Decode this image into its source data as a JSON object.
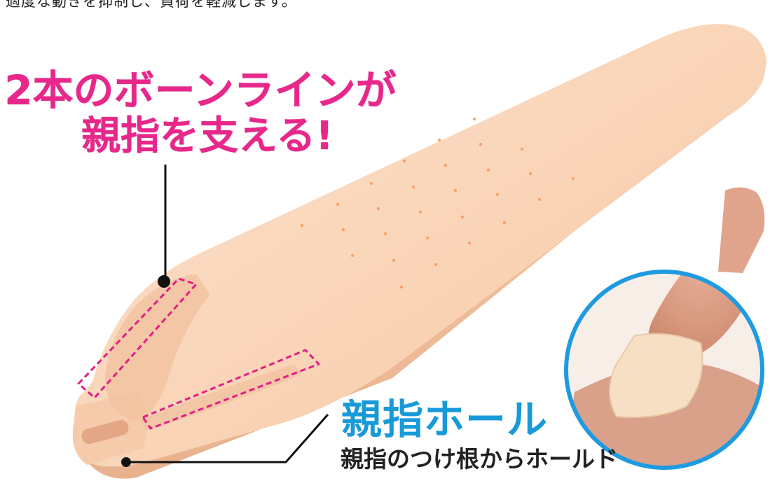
{
  "caption_top": "適度な動きを抑制し、負荷を軽減します。",
  "callouts": {
    "bone_line_headline_1": "2本のボーンラインが",
    "bone_line_headline_2": "親指を支える!",
    "thumb_hole_title": "親指ホール",
    "thumb_hole_subtitle": "親指のつけ根からホールド"
  },
  "colors": {
    "headline_magenta": "#e6288a",
    "thumb_hole_blue": "#199ad8",
    "product_skin": "#fbd5b8",
    "dots_orange": "#f6a36a",
    "inset_ring": "#1e9be0"
  },
  "icons": [
    "product-splint",
    "perforation-dots",
    "bone-line-dashes",
    "thumb-inset-photo"
  ]
}
